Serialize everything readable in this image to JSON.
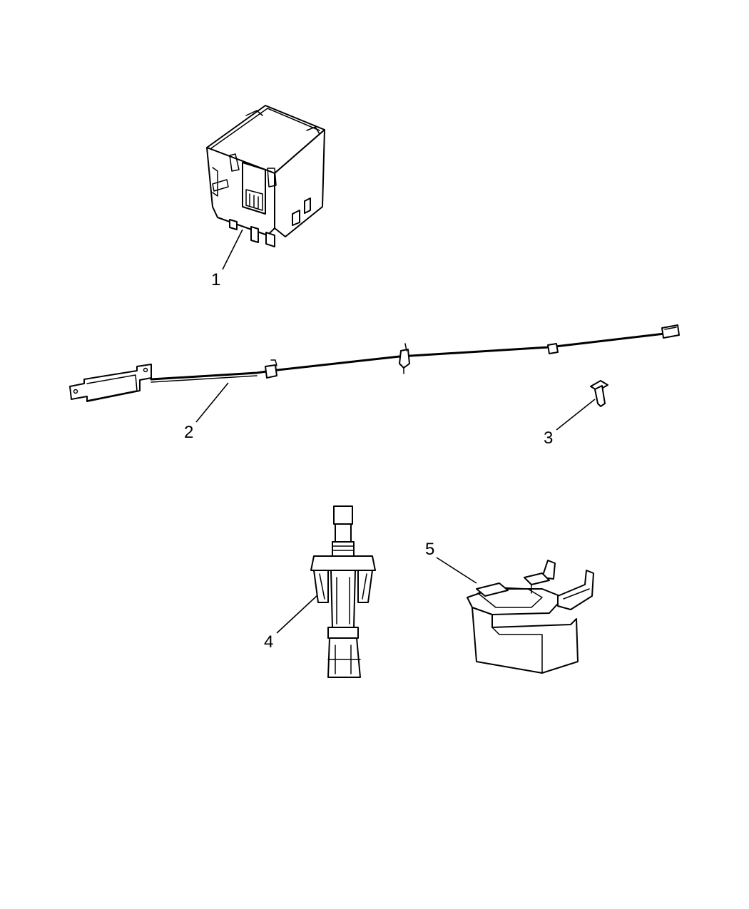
{
  "callouts": [
    {
      "label": "1",
      "part": "control-module"
    },
    {
      "label": "2",
      "part": "antenna-harness"
    },
    {
      "label": "3",
      "part": "screw"
    },
    {
      "label": "4",
      "part": "switch-plunger"
    },
    {
      "label": "5",
      "part": "sensor-housing"
    }
  ],
  "colors": {
    "line": "#000000",
    "background": "#ffffff"
  }
}
